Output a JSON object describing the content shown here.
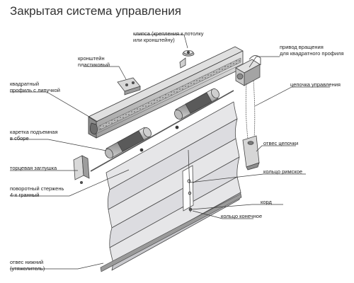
{
  "title": "Закрытая система управления",
  "colors": {
    "line": "#4a4a4a",
    "fabric": "#e2e2e4",
    "fabric_shadow": "#bdbdc2",
    "rail": "#c4c4c4",
    "metal": "#9a9a9a"
  },
  "labels": {
    "clip": [
      "клипса (крепления к потолку",
      "или кронштейну)"
    ],
    "bracket": [
      "кронштейн",
      "пластиковый"
    ],
    "profile": [
      "квадратный",
      "профиль с липучкой"
    ],
    "drive": [
      "привод вращения",
      "для квадратного профиля"
    ],
    "chain": [
      "цепочка управления"
    ],
    "carriage": [
      "каретка подъемная",
      "в сборе"
    ],
    "chain_weight": [
      "отвес цепочки"
    ],
    "end_cap": [
      "торцевая заглушка"
    ],
    "roman_ring": [
      "кольцо римское"
    ],
    "rod": [
      "поворотный стержень",
      "4-х гранный"
    ],
    "cord": [
      "корд"
    ],
    "end_ring": [
      "кольцо конечное"
    ],
    "bottom_weight": [
      "отвес нижний",
      "(утяжелитель)"
    ]
  }
}
